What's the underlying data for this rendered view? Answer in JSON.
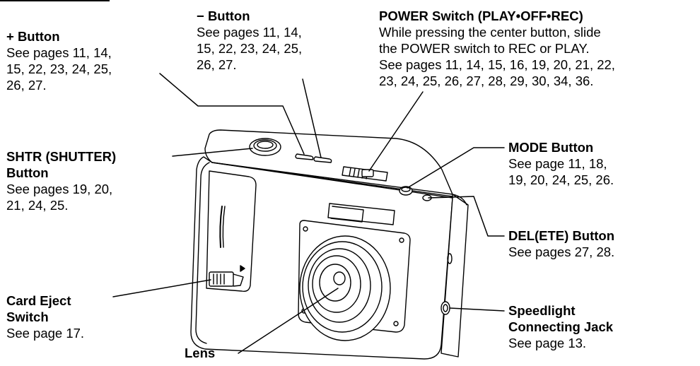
{
  "callouts": {
    "plus_button": {
      "title": "+ Button",
      "lines": [
        "See pages 11, 14,",
        "15, 22, 23, 24, 25,",
        "26, 27."
      ]
    },
    "minus_button": {
      "title": "− Button",
      "lines": [
        "See pages 11, 14,",
        "15, 22, 23, 24, 25,",
        "26, 27."
      ]
    },
    "power_switch": {
      "title": "POWER Switch (PLAY•OFF•REC)",
      "lines": [
        "While pressing the center button, slide",
        "the POWER switch to REC or PLAY.",
        "See pages 11, 14, 15, 16, 19, 20, 21, 22,",
        "23, 24, 25, 26, 27, 28, 29, 30, 34, 36."
      ]
    },
    "shutter_button": {
      "title_lines": [
        "SHTR (SHUTTER)",
        "Button"
      ],
      "lines": [
        "See pages 19, 20,",
        "21, 24, 25."
      ]
    },
    "mode_button": {
      "title": "MODE Button",
      "lines": [
        "See page 11, 18,",
        "19, 20, 24, 25, 26."
      ]
    },
    "delete_button": {
      "title": "DEL(ETE) Button",
      "lines": [
        "See pages 27, 28."
      ]
    },
    "card_eject": {
      "title_lines": [
        "Card Eject",
        "Switch"
      ],
      "lines": [
        "See page 17."
      ]
    },
    "lens": {
      "title": "Lens"
    },
    "speedlight_jack": {
      "title_lines": [
        "Speedlight",
        "Connecting Jack"
      ],
      "lines": [
        "See page 13."
      ]
    }
  }
}
